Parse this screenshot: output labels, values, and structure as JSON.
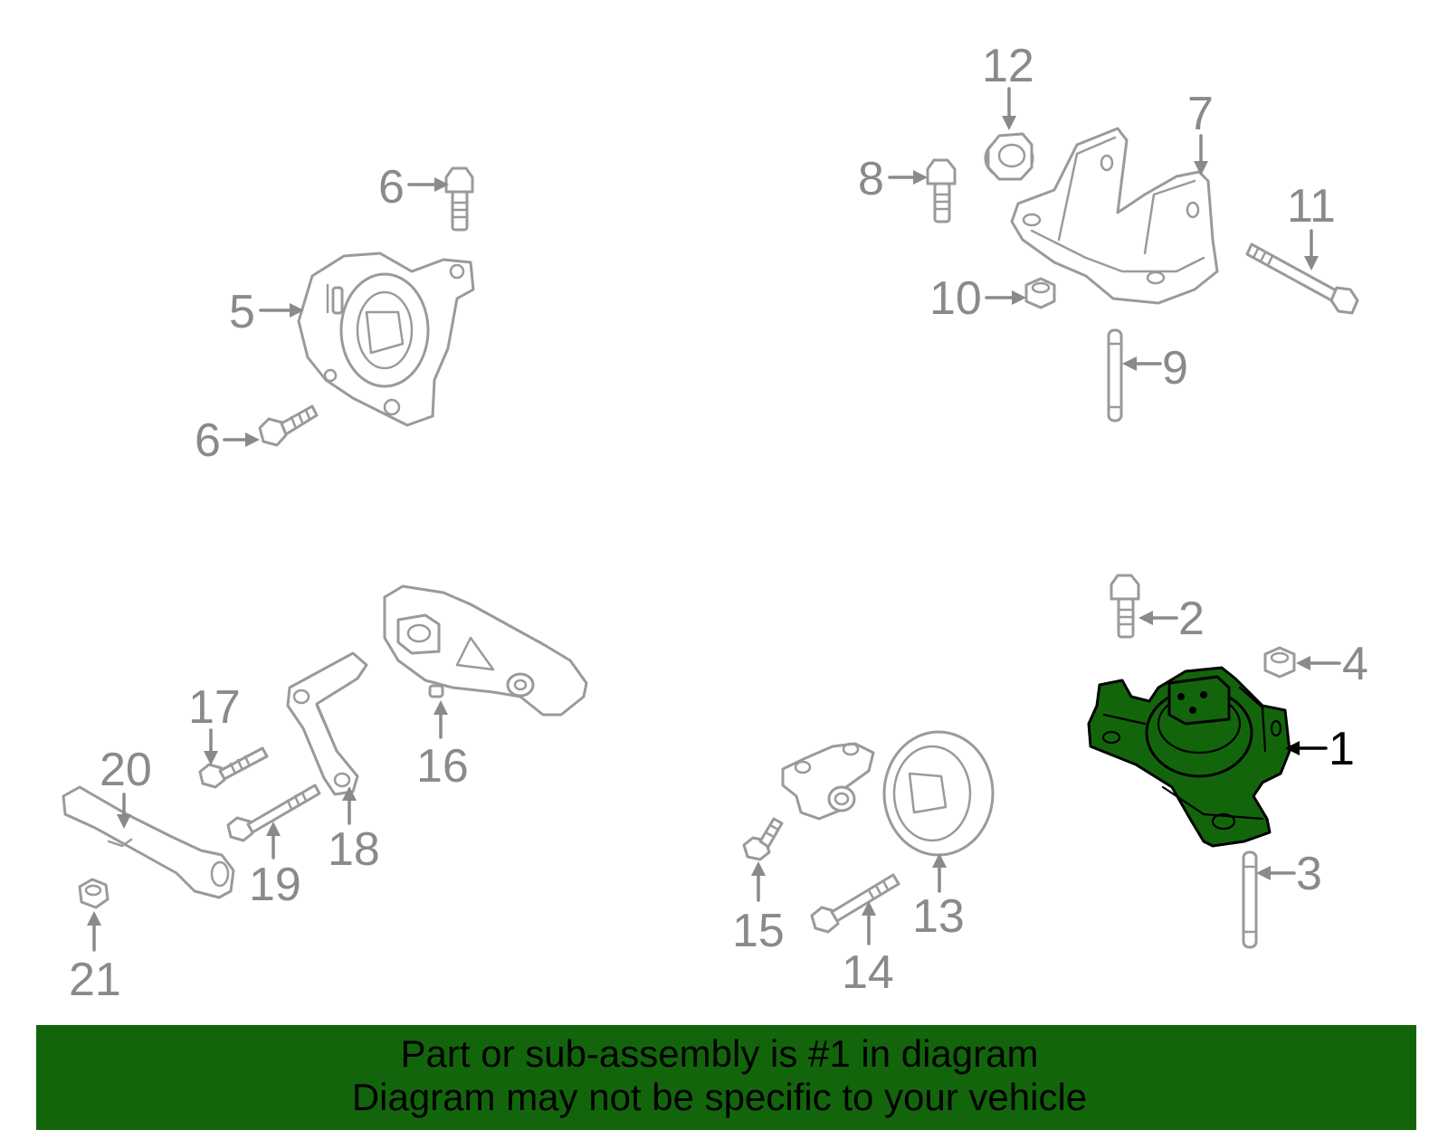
{
  "highlight_color": "#13650c",
  "selected_callout": "1",
  "callouts": {
    "c1": "1",
    "c2": "2",
    "c3": "3",
    "c4": "4",
    "c5": "5",
    "c6a": "6",
    "c6b": "6",
    "c7": "7",
    "c8": "8",
    "c9": "9",
    "c10": "10",
    "c11": "11",
    "c12": "12",
    "c13": "13",
    "c14": "14",
    "c15": "15",
    "c16": "16",
    "c17": "17",
    "c18": "18",
    "c19": "19",
    "c20": "20",
    "c21": "21"
  },
  "banner": {
    "line1": "Part or sub-assembly is #1 in diagram",
    "line2": "Diagram may not be specific to your vehicle"
  }
}
